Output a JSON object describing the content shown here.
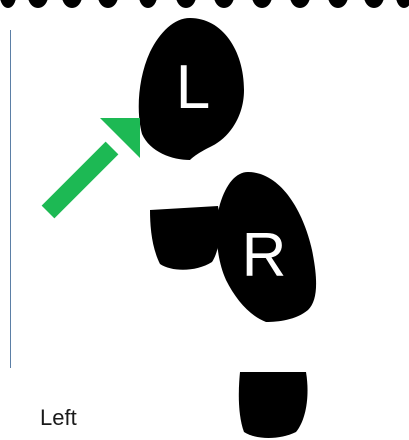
{
  "footprints": {
    "left_label": "L",
    "right_label": "R"
  },
  "caption": "Left",
  "colors": {
    "sole": "#000000",
    "letter": "#ffffff",
    "arrow": "#1db954",
    "rule": "#5b7fa6"
  },
  "icons": {
    "arrow": "arrow-up-right-icon"
  }
}
